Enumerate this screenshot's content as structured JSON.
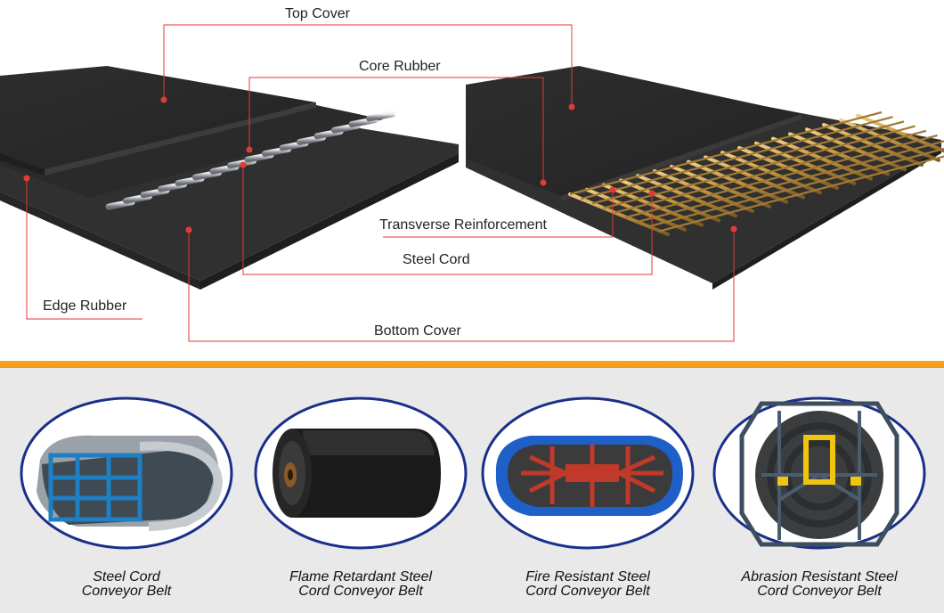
{
  "diagram": {
    "labels": {
      "top_cover": "Top Cover",
      "core_rubber": "Core Rubber",
      "transverse_reinforcement": "Transverse Reinforcement",
      "steel_cord": "Steel Cord",
      "edge_rubber": "Edge Rubber",
      "bottom_cover": "Bottom Cover"
    },
    "colors": {
      "leader_line": "#e53935",
      "belt_top": "#2b2b2b",
      "belt_side": "#3a3a3a",
      "steel": "#bfc3c7",
      "brass": "#c9a050"
    }
  },
  "divider": {
    "color": "#f39a12"
  },
  "gallery": {
    "background": "#e9e9e9",
    "frame_color": "#1b2f8a",
    "products": [
      {
        "line1": "Steel Cord",
        "line2": "Conveyor Belt",
        "image": "steel-cord-roll-with-blue-frame"
      },
      {
        "line1": "Flame Retardant Steel",
        "line2": "Cord Conveyor Belt",
        "image": "black-belt-roll"
      },
      {
        "line1": "Fire Resistant Steel",
        "line2": "Cord Conveyor Belt",
        "image": "blue-wrapped-roll-with-red-frame"
      },
      {
        "line1": "Abrasion Resistant Steel",
        "line2": "Cord Conveyor Belt",
        "image": "roll-in-steel-cage"
      }
    ]
  }
}
